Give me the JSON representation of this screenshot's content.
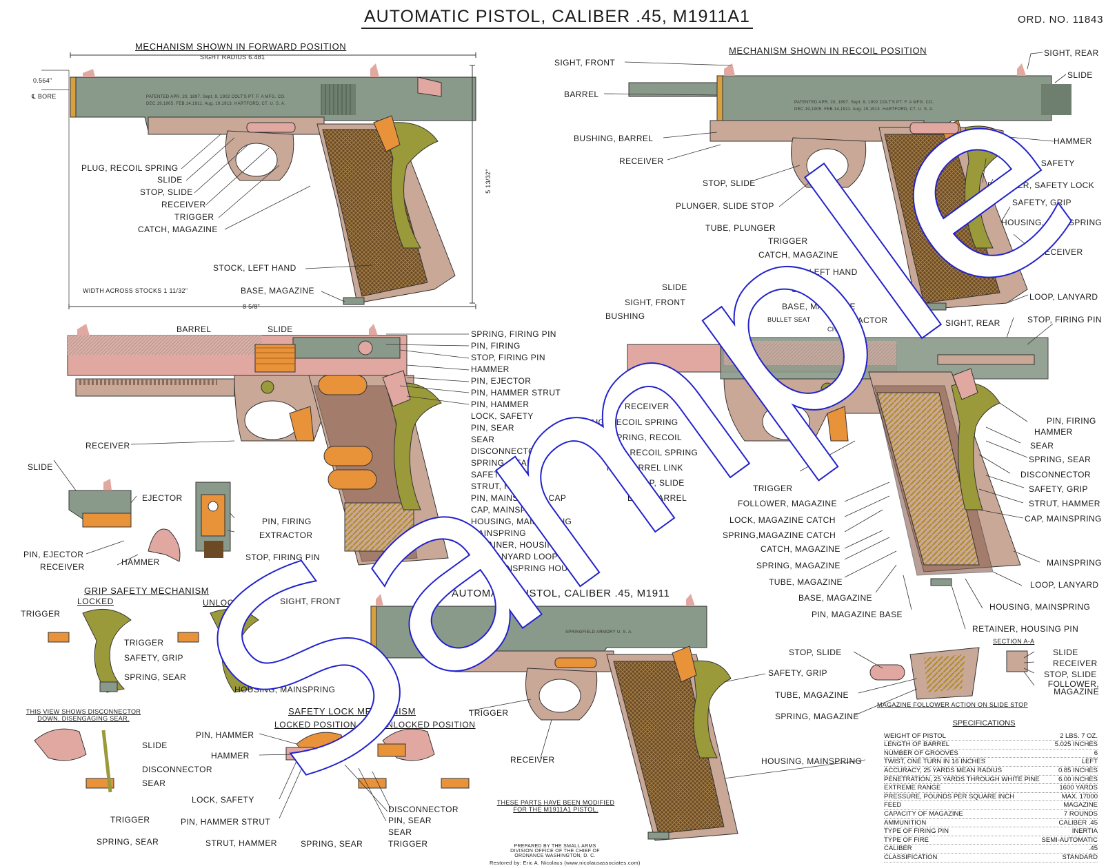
{
  "title": "AUTOMATIC PISTOL, CALIBER .45, M1911A1",
  "ord_no": "ORD. NO. 11843",
  "watermark": "Sample",
  "colors": {
    "slide": "#8a9a8a",
    "receiver": "#c9a898",
    "grip": "#6b4a25",
    "pink": "#e0a8a0",
    "orange": "#e8923a",
    "olive": "#9a9a3a",
    "line": "#333333",
    "watermark_stroke": "#2222cc"
  },
  "sections": {
    "forward_title": "MECHANISM SHOWN IN FORWARD POSITION",
    "recoil_title": "MECHANISM SHOWN IN RECOIL POSITION",
    "grip_safety_title": "GRIP SAFETY MECHANISM",
    "grip_locked": "LOCKED",
    "grip_unlocked": "UNLOCKED",
    "safety_lock_title": "SAFETY LOCK MECHANISM",
    "locked_position": "LOCKED POSITION",
    "unlocked_position": "UNLOCKED POSITION",
    "m1911_title": "AUTOMATIC PISTOL, CALIBER .45, M1911",
    "disconnector_note": "THIS VIEW SHOWS DISCONNECTOR DOWN, DISENGAGING SEAR.",
    "modified_note": "THESE PARTS HAVE BEEN MODIFIED FOR THE M1911A1 PISTOL.",
    "prepared_by": "PREPARED BY THE SMALL ARMS DIVISION OFFICE OF THE CHIEF OF ORDNANCE WASHINGTON, D. C.",
    "restored_by": "Restored by: Eric A. Nicolaus (www.nicolausassociates.com)",
    "magazine_follower_note": "MAGAZINE FOLLOWER ACTION ON SLIDE STOP",
    "section_aa": "SECTION A-A"
  },
  "dimensions": {
    "sight_radius": "SIGHT RADIUS 6.481",
    "bore_offset": "0.564\"",
    "bore": "℄ BORE",
    "width_across_stocks": "WIDTH ACROSS STOCKS 1 11/32\"",
    "height": "5 13/32\"",
    "length": "8 5/8\""
  },
  "engravings": {
    "left": "PATENTED APR. 20, 1897. Sept. 9, 1902   COLT'S PT. F. A MFG. CO.",
    "left2": "DEC.19,1905. FEB.14,1911. Aug. 19,1913.   HARTFORD, CT. U. S. A.",
    "m1911": "SPRINGFIELD ARMORY U. S. A."
  },
  "labels_forward": [
    "PLUG, RECOIL SPRING",
    "SLIDE",
    "STOP, SLIDE",
    "RECEIVER",
    "TRIGGER",
    "CATCH, MAGAZINE",
    "STOCK, LEFT HAND",
    "BASE, MAGAZINE"
  ],
  "labels_recoil_left": [
    "SIGHT, FRONT",
    "BARREL",
    "BUSHING, BARREL",
    "RECEIVER",
    "STOP, SLIDE",
    "PLUNGER, SLIDE STOP",
    "TUBE, PLUNGER",
    "TRIGGER",
    "CATCH, MAGAZINE",
    "STOCK, LEFT HAND",
    "STOCK",
    "BASE, MAGAZINE"
  ],
  "labels_recoil_right": [
    "SIGHT, REAR",
    "SLIDE",
    "HAMMER",
    "LOCK, SAFETY",
    "PLUNGER, SAFETY LOCK",
    "SAFETY, GRIP",
    "HOUSING, MAINSPRING",
    "RECEIVER",
    "LOOP, LANYARD"
  ],
  "labels_cutaway_left": [
    "BARREL",
    "SLIDE",
    "RECEIVER"
  ],
  "labels_cutaway_right": [
    "SPRING, FIRING PIN",
    "PIN, FIRING",
    "STOP, FIRING PIN",
    "HAMMER",
    "PIN, EJECTOR",
    "PIN, HAMMER STRUT",
    "PIN, HAMMER",
    "LOCK, SAFETY",
    "PIN, SEAR",
    "SEAR",
    "DISCONNECTOR",
    "SPRING, SEAR",
    "SAFETY, GRIP",
    "STRUT, HAMMER",
    "PIN, MAINSPRING CAP",
    "CAP, MAINSPRING",
    "HOUSING, MAINSPRING",
    "MAINSPRING",
    "RETAINER, HOUSING PIN",
    "PIN, LANYARD LOOP",
    "PIN, MAINSPRING HOUSING"
  ],
  "labels_recoil_cut_left": [
    "SLIDE",
    "SIGHT, FRONT",
    "BUSHING",
    "BULLET SEAT",
    "CHAMBER",
    "EXTRACTOR",
    "RECEIVER",
    "PLUG, RECOIL SPRING",
    "SPRING, RECOIL",
    "GUIDE, RECOIL SPRING",
    "PIN, BARREL LINK",
    "STOP, SLIDE",
    "LINK, BARREL",
    "TRIGGER",
    "FOLLOWER, MAGAZINE",
    "LOCK, MAGAZINE CATCH",
    "SPRING,MAGAZINE CATCH",
    "CATCH, MAGAZINE",
    "SPRING, MAGAZINE",
    "TUBE, MAGAZINE",
    "BASE, MAGAZINE",
    "PIN, MAGAZINE BASE"
  ],
  "labels_recoil_cut_right": [
    "SIGHT, REAR",
    "STOP, FIRING PIN",
    "PIN, FIRING",
    "HAMMER",
    "SEAR",
    "SPRING, SEAR",
    "DISCONNECTOR",
    "SAFETY, GRIP",
    "STRUT, HAMMER",
    "CAP, MAINSPRING",
    "MAINSPRING",
    "LOOP, LANYARD",
    "HOUSING, MAINSPRING",
    "RETAINER, HOUSING PIN"
  ],
  "labels_detail": [
    "SLIDE",
    "EJECTOR",
    "PIN, EJECTOR",
    "RECEIVER",
    "HAMMER",
    "PIN, FIRING",
    "EXTRACTOR",
    "STOP, FIRING PIN"
  ],
  "labels_grip": [
    "TRIGGER",
    "TRIGGER",
    "SAFETY, GRIP",
    "SPRING, SEAR",
    "HOUSING, MAINSPRING"
  ],
  "labels_disconnector": [
    "SLIDE",
    "DISCONNECTOR",
    "SEAR",
    "TRIGGER",
    "SPRING, SEAR"
  ],
  "labels_safety_lock": [
    "PIN, HAMMER",
    "HAMMER",
    "LOCK, SAFETY",
    "PIN, HAMMER STRUT",
    "STRUT, HAMMER",
    "SPRING, SEAR",
    "DISCONNECTOR",
    "PIN, SEAR",
    "SEAR",
    "TRIGGER"
  ],
  "labels_m1911": [
    "SIGHT, FRONT",
    "TRIGGER",
    "RECEIVER",
    "SAFETY, GRIP",
    "HOUSING, MAINSPRING"
  ],
  "labels_magazine": [
    "STOP, SLIDE",
    "TUBE, MAGAZINE",
    "SPRING, MAGAZINE",
    "SLIDE",
    "RECEIVER",
    "STOP, SLIDE",
    "FOLLOWER, MAGAZINE"
  ],
  "specifications": {
    "title": "SPECIFICATIONS",
    "rows": [
      [
        "WEIGHT OF PISTOL",
        "2 LBS. 7 OZ."
      ],
      [
        "LENGTH OF BARREL",
        "5.025 INCHES"
      ],
      [
        "NUMBER OF GROOVES",
        "6"
      ],
      [
        "TWIST, ONE TURN IN 16 INCHES",
        "LEFT"
      ],
      [
        "ACCURACY, 25 YARDS MEAN RADIUS",
        "0.85 INCHES"
      ],
      [
        "PENETRATION, 25 YARDS THROUGH WHITE PINE",
        "6.00 INCHES"
      ],
      [
        "EXTREME RANGE",
        "1600 YARDS"
      ],
      [
        "PRESSURE, POUNDS PER SQUARE INCH",
        "MAX. 17000"
      ],
      [
        "FEED",
        "MAGAZINE"
      ],
      [
        "CAPACITY OF MAGAZINE",
        "7 ROUNDS"
      ],
      [
        "AMMUNITION",
        "CALIBER .45"
      ],
      [
        "TYPE OF FIRING PIN",
        "INERTIA"
      ],
      [
        "TYPE OF FIRE",
        "SEMI-AUTOMATIC"
      ],
      [
        "CALIBER",
        ".45"
      ],
      [
        "CLASSIFICATION",
        "STANDARD"
      ]
    ]
  }
}
